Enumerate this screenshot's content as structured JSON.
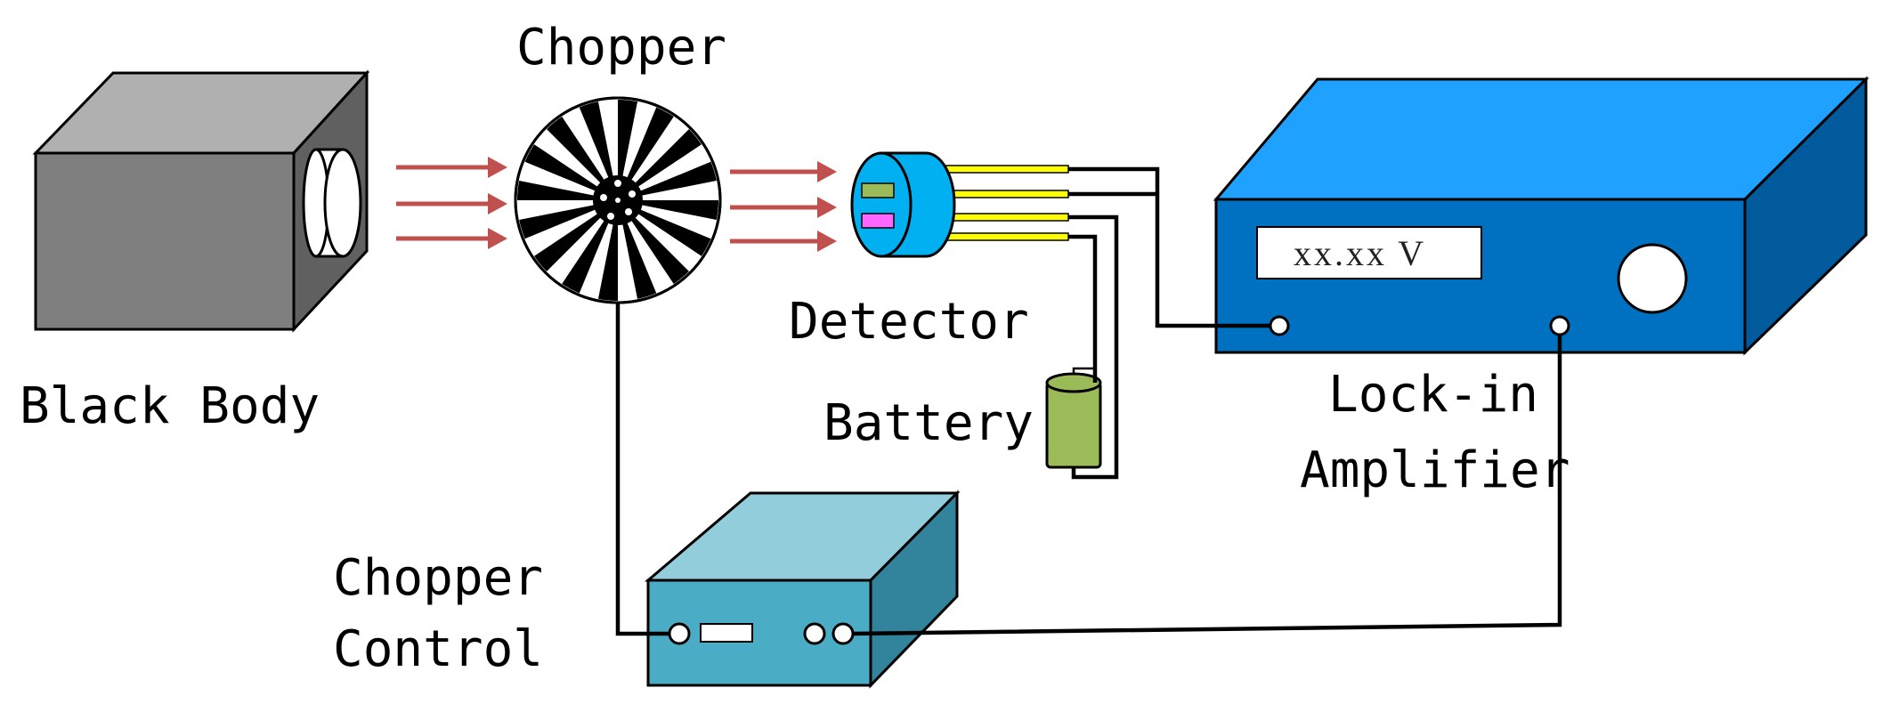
{
  "labels": {
    "black_body": "Black Body",
    "chopper": "Chopper",
    "detector": "Detector",
    "battery": "Battery",
    "lockin_line1": "Lock-in",
    "lockin_line2": "Amplifier",
    "chopper_control_line1": "Chopper",
    "chopper_control_line2": "Control"
  },
  "lockin": {
    "readout": "xx.xx V"
  },
  "colors": {
    "black_body_front": "#7f7f7f",
    "black_body_top": "#b0b0b0",
    "black_body_side": "#606060",
    "radiation_arrow": "#c0504d",
    "detector_blue": "#00b0f0",
    "battery_green": "#9bbb59",
    "lockin_front": "#0070c0",
    "lockin_top": "#1fa2ff",
    "lockin_side": "#005a9c",
    "chopper_control_front": "#4bacc6",
    "chopper_control_top": "#92cddc",
    "chopper_control_side": "#31849b",
    "wire": "#000000",
    "lead": "#ffff00"
  }
}
